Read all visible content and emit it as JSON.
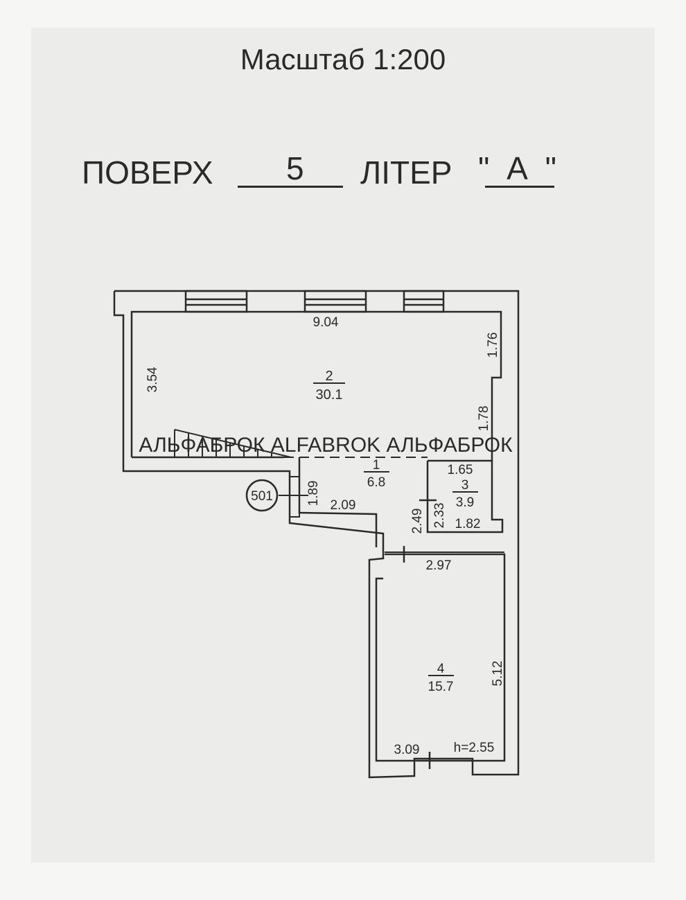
{
  "scale_title": "Масштаб 1:200",
  "floor": {
    "label": "ПОВЕРХ",
    "value": "5",
    "liter_label": "ЛІТЕР",
    "liter_value": "\" А \""
  },
  "watermark": "АЛЬФАБРОК  ALFABROK  АЛЬФАБРОК",
  "entrance_number": "501",
  "rooms": [
    {
      "number": "1",
      "area": "6.8"
    },
    {
      "number": "2",
      "area": "30.1"
    },
    {
      "number": "3",
      "area": "3.9"
    },
    {
      "number": "4",
      "area": "15.7"
    }
  ],
  "dimensions": {
    "room2_top": "9.04",
    "room2_left": "3.54",
    "room2_right_upper": "1.76",
    "room2_right_lower": "1.78",
    "room1_top": "1.65",
    "room1_left": "1.89",
    "room1_bottom": "2.09",
    "room1_right": "2.49",
    "room3_left": "2.33",
    "room3_bottom": "1.82",
    "room4_top": "2.97",
    "room4_right": "5.12",
    "room4_bottom": "3.09",
    "ceiling_height": "h=2.55"
  }
}
